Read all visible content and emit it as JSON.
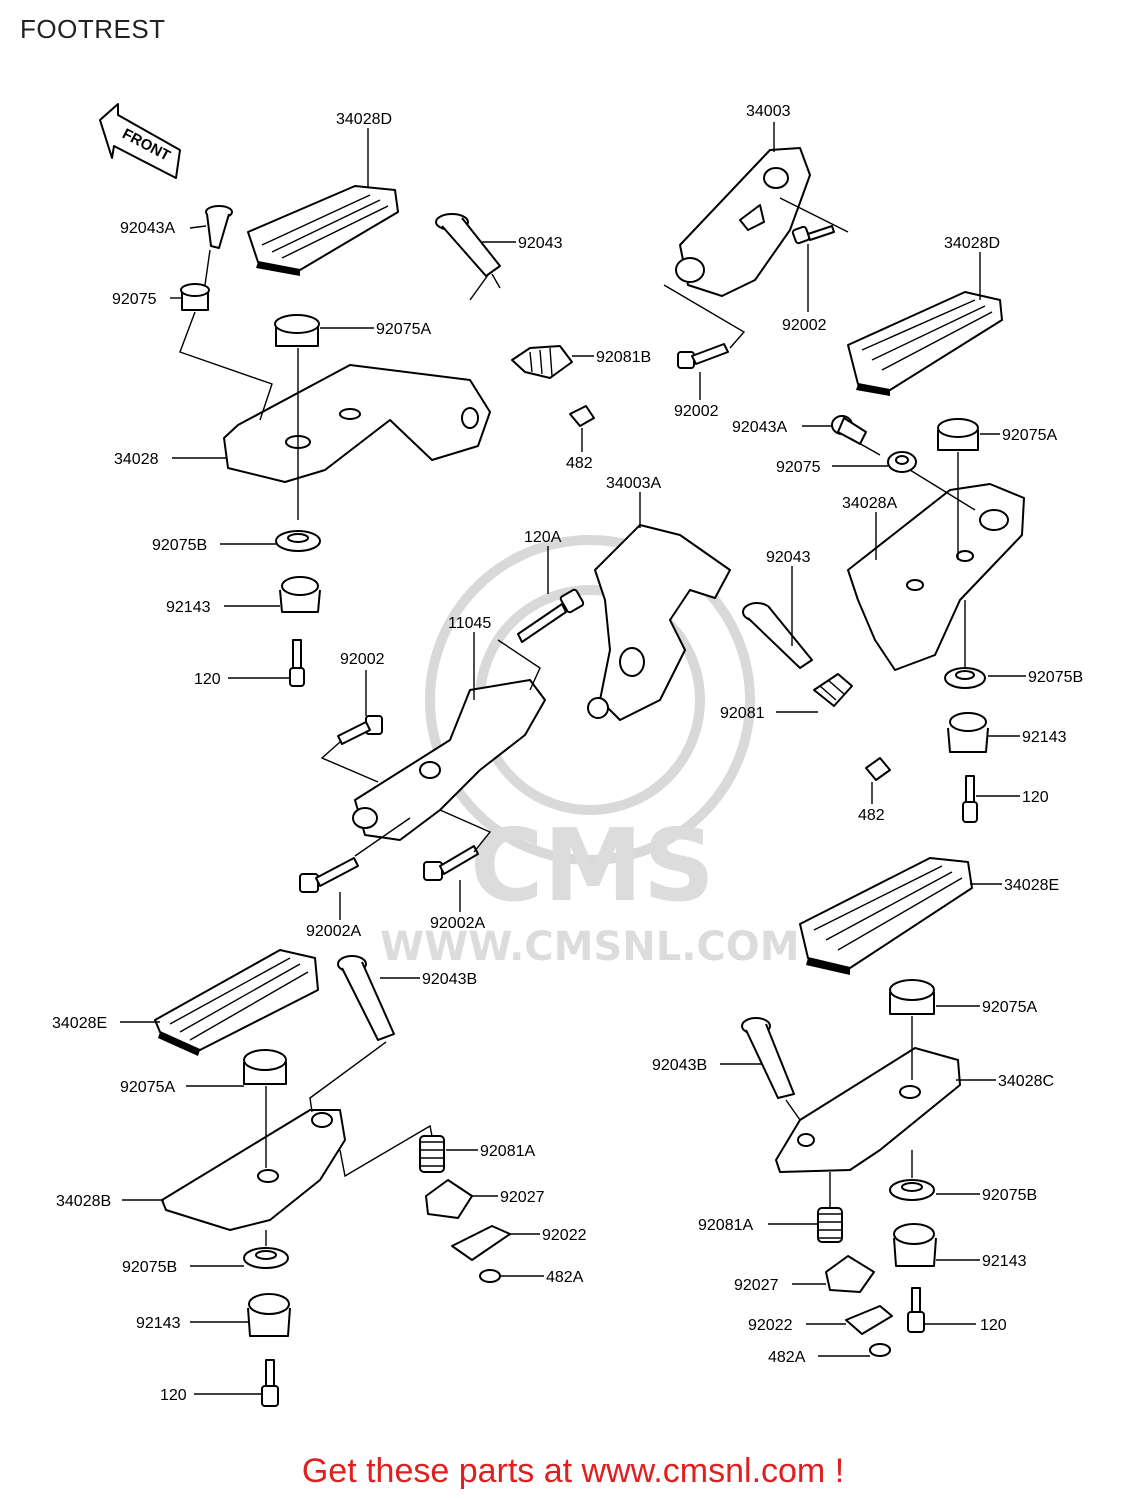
{
  "title": "FOOTREST",
  "front_arrow": "FRONT",
  "watermark": {
    "brand": "CMS",
    "url": "WWW.CMSNL.COM"
  },
  "footer": "Get these parts at www.cmsnl.com !",
  "labels": {
    "l_34028D_a": "34028D",
    "l_92043A_a": "92043A",
    "l_92043_a": "92043",
    "l_92075_a": "92075",
    "l_92075A_a": "92075A",
    "l_34028": "34028",
    "l_92081B": "92081B",
    "l_482_a": "482",
    "l_92075B_a": "92075B",
    "l_92143_a": "92143",
    "l_120_a": "120",
    "l_34003": "34003",
    "l_92002_a": "92002",
    "l_34028D_b": "34028D",
    "l_92002_b": "92002",
    "l_92043A_b": "92043A",
    "l_92075A_b": "92075A",
    "l_92075_b": "92075",
    "l_34028A": "34028A",
    "l_34003A": "34003A",
    "l_120A": "120A",
    "l_11045": "11045",
    "l_92002_c": "92002",
    "l_92043_b": "92043",
    "l_92081": "92081",
    "l_92075B_b": "92075B",
    "l_92143_b": "92143",
    "l_482_b": "482",
    "l_120_b": "120",
    "l_92002A_a": "92002A",
    "l_92002A_b": "92002A",
    "l_34028E_a": "34028E",
    "l_92043B_a": "92043B",
    "l_34028E_b": "34028E",
    "l_92075A_c": "92075A",
    "l_92081A_a": "92081A",
    "l_92027_a": "92027",
    "l_34028B": "34028B",
    "l_92022_a": "92022",
    "l_92075B_c": "92075B",
    "l_482A_a": "482A",
    "l_92143_c": "92143",
    "l_120_c": "120",
    "l_92075A_d": "92075A",
    "l_92043B_b": "92043B",
    "l_34028C": "34028C",
    "l_92075B_d": "92075B",
    "l_92081A_b": "92081A",
    "l_92143_d": "92143",
    "l_92027_b": "92027",
    "l_120_d": "120",
    "l_92022_b": "92022",
    "l_482A_b": "482A"
  }
}
